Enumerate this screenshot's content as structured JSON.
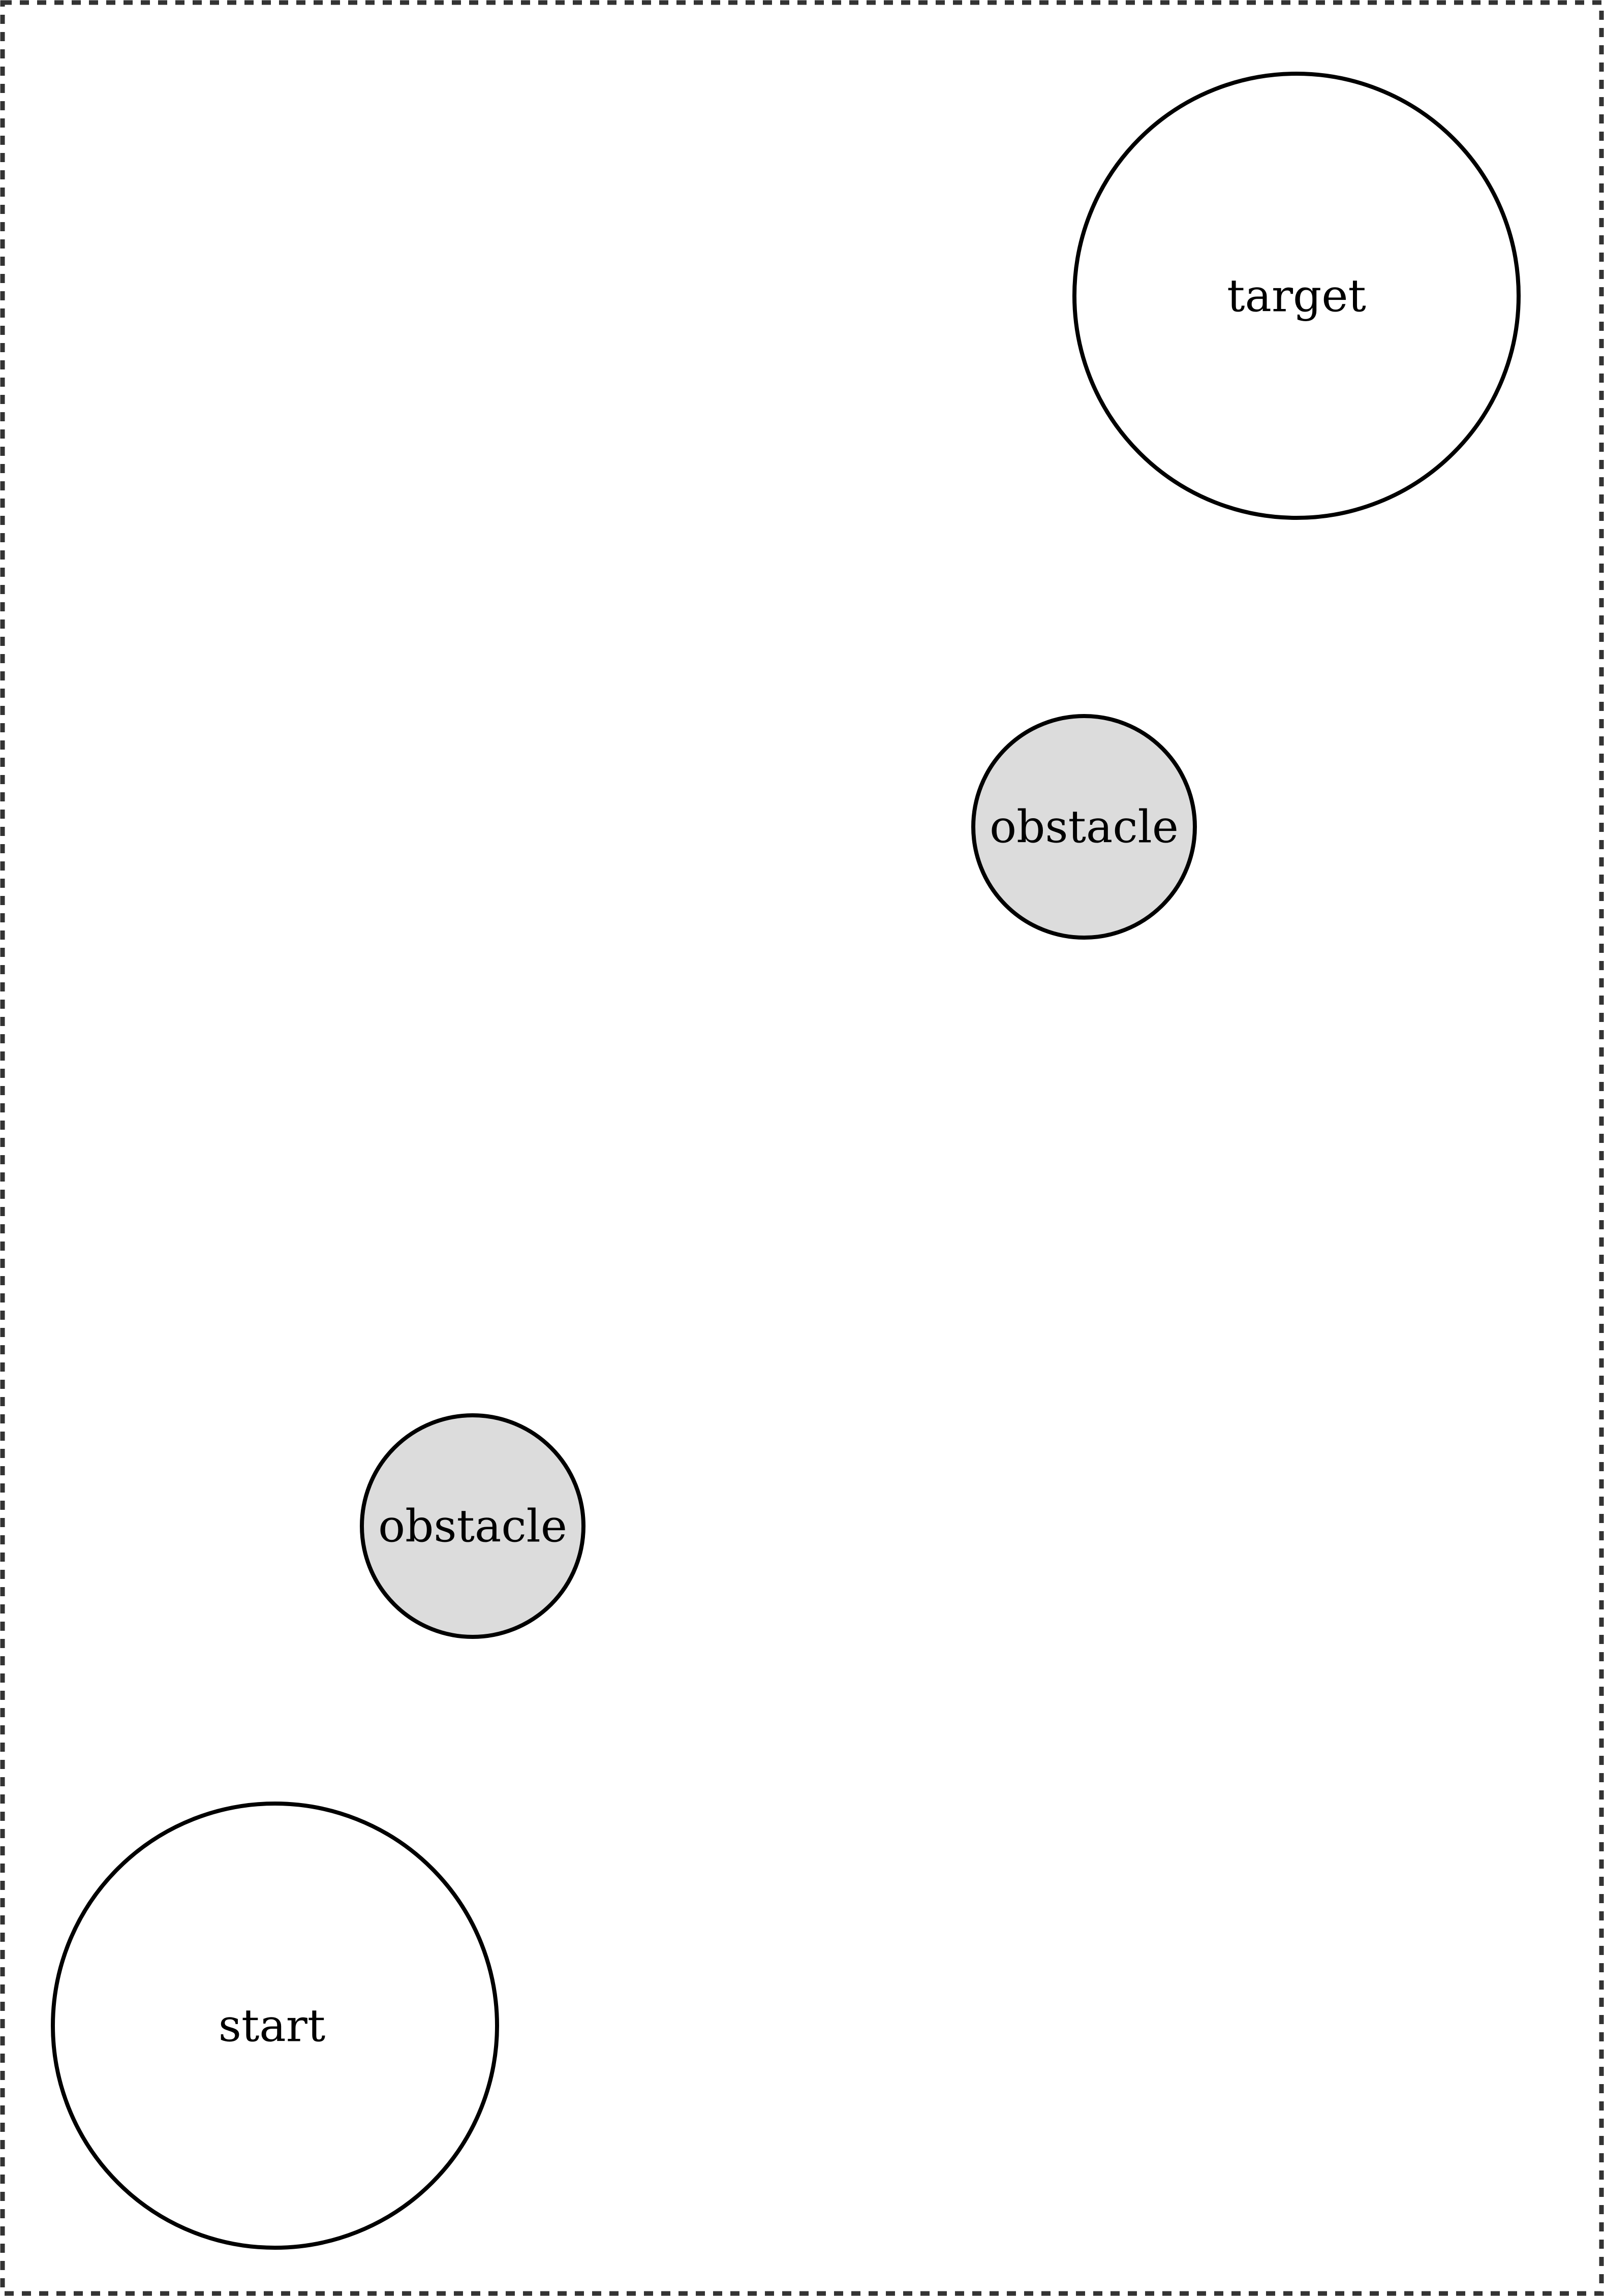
{
  "nodes": {
    "target": {
      "label": "target",
      "kind": "goal",
      "fill": "#ffffff"
    },
    "obstacle_upper": {
      "label": "obstacle",
      "kind": "obstacle",
      "fill": "#dcdcdc"
    },
    "obstacle_lower": {
      "label": "obstacle",
      "kind": "obstacle",
      "fill": "#dcdcdc"
    },
    "start": {
      "label": "start",
      "kind": "origin",
      "fill": "#ffffff"
    }
  },
  "colors": {
    "stroke": "#000000",
    "obstacle_fill": "#dcdcdc",
    "background": "#ffffff",
    "border": "#333333"
  }
}
